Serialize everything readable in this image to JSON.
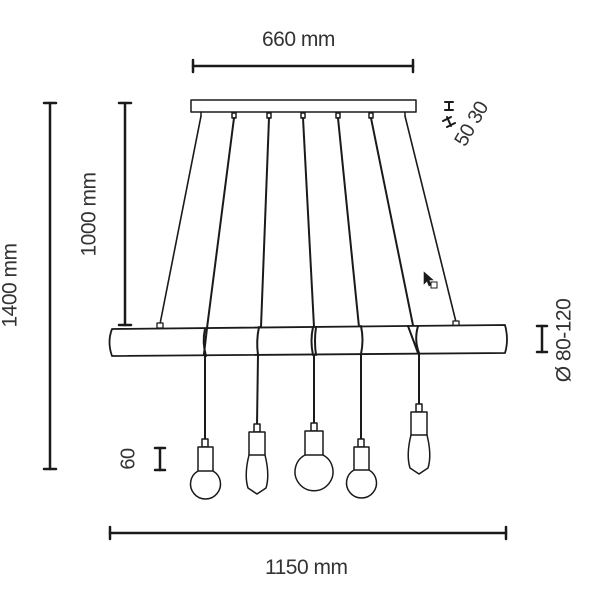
{
  "diagram": {
    "title": "Pendant lamp dimension drawing",
    "stroke_color": "#1a1a1a",
    "text_color": "#333333",
    "background": "#ffffff"
  },
  "dimensions": {
    "canopy_width": "660 mm",
    "canopy_height_values": "50 30",
    "drop_length": "1000 mm",
    "total_height": "1400 mm",
    "beam_diameter": "Ø 80-120",
    "bulb_socket_height": "60",
    "beam_length": "1150 mm"
  },
  "components": {
    "canopy": "ceiling canopy",
    "suspension_cables": 6,
    "wooden_beam": "wooden beam",
    "pendant_bulbs": [
      {
        "shape": "globe",
        "size": "small"
      },
      {
        "shape": "edison",
        "size": "teardrop"
      },
      {
        "shape": "globe",
        "size": "large"
      },
      {
        "shape": "globe",
        "size": "small"
      },
      {
        "shape": "edison",
        "size": "teardrop"
      }
    ]
  },
  "overlay": {
    "cursor": "mouse-pointer-with-drag-box"
  }
}
